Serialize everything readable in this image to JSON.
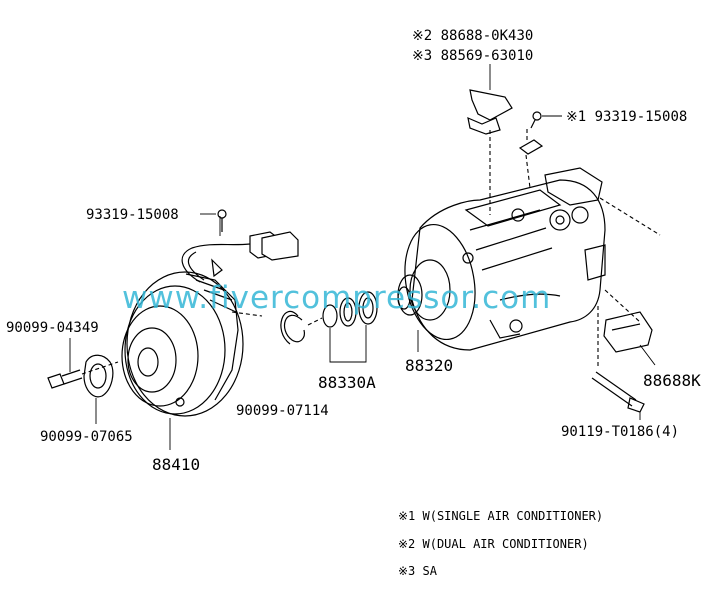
{
  "labels": {
    "note2_part": "※2 88688-0K430",
    "note3_part": "※3 88569-63010",
    "bolt_top_right": "※1 93319-15008",
    "bolt_left": "93319-15008",
    "bolt_90099_04349": "90099-04349",
    "washer_90099_07065": "90099-07065",
    "clutch_88410": "88410",
    "snap_ring_90099_07114": "90099-07114",
    "oring_88330A": "88330A",
    "compressor_88320": "88320",
    "bracket_88688K": "88688K",
    "bolt_90119": "90119-T0186(4)"
  },
  "notes": [
    "※1 W(SINGLE AIR CONDITIONER)",
    "※2 W(DUAL AIR CONDITIONER)",
    "※3 SA"
  ],
  "watermark": "www.fivercompressor.com",
  "colors": {
    "watermark": "#35b7d6",
    "ink": "#000000"
  }
}
